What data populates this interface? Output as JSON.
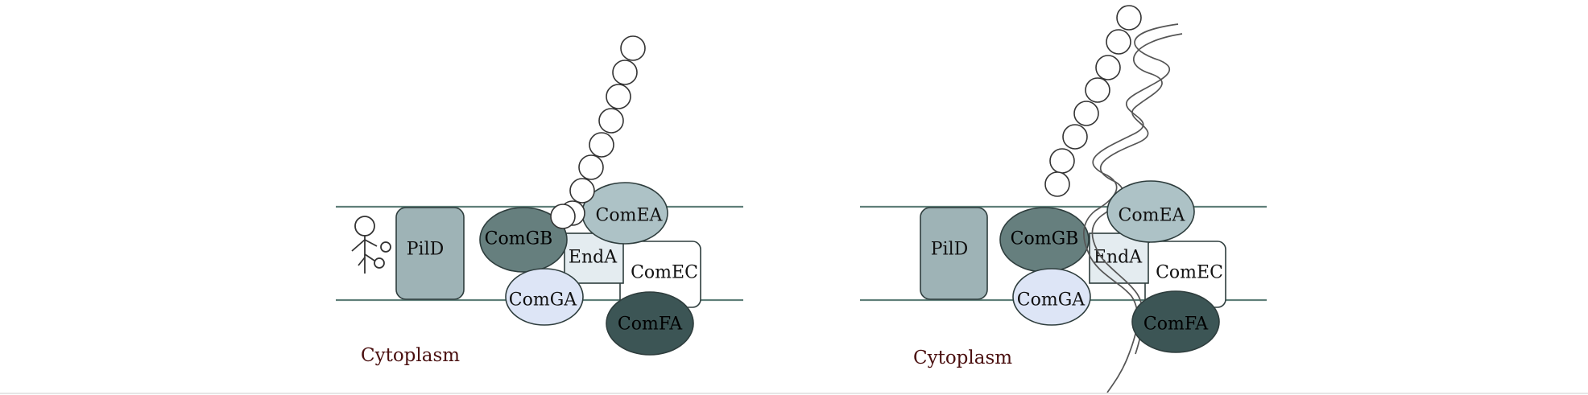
{
  "colors": {
    "membrane": "#5f7f79",
    "pild": "#9eb3b6",
    "comgb": "#667f7e",
    "comga": "#dde5f6",
    "comea": "#adc2c6",
    "enda": "#e4ecf0",
    "comec": "#ffffff",
    "comfa": "#3c5555",
    "outline": "#2e3d3d",
    "dna": "#ffffff"
  },
  "panels": [
    {
      "caption": "Cytoplasm",
      "proteins": {
        "pild": "PilD",
        "comgb": "ComGB",
        "enda": "EndA",
        "comec": "ComEC",
        "comga": "ComGA",
        "comea": "ComEA",
        "comfa": "ComFA"
      }
    },
    {
      "caption": "Cytoplasm",
      "proteins": {
        "pild": "PilD",
        "comgb": "ComGB",
        "enda": "EndA",
        "comec": "ComEC",
        "comga": "ComGA",
        "comea": "ComEA",
        "comfa": "ComFA"
      }
    }
  ]
}
